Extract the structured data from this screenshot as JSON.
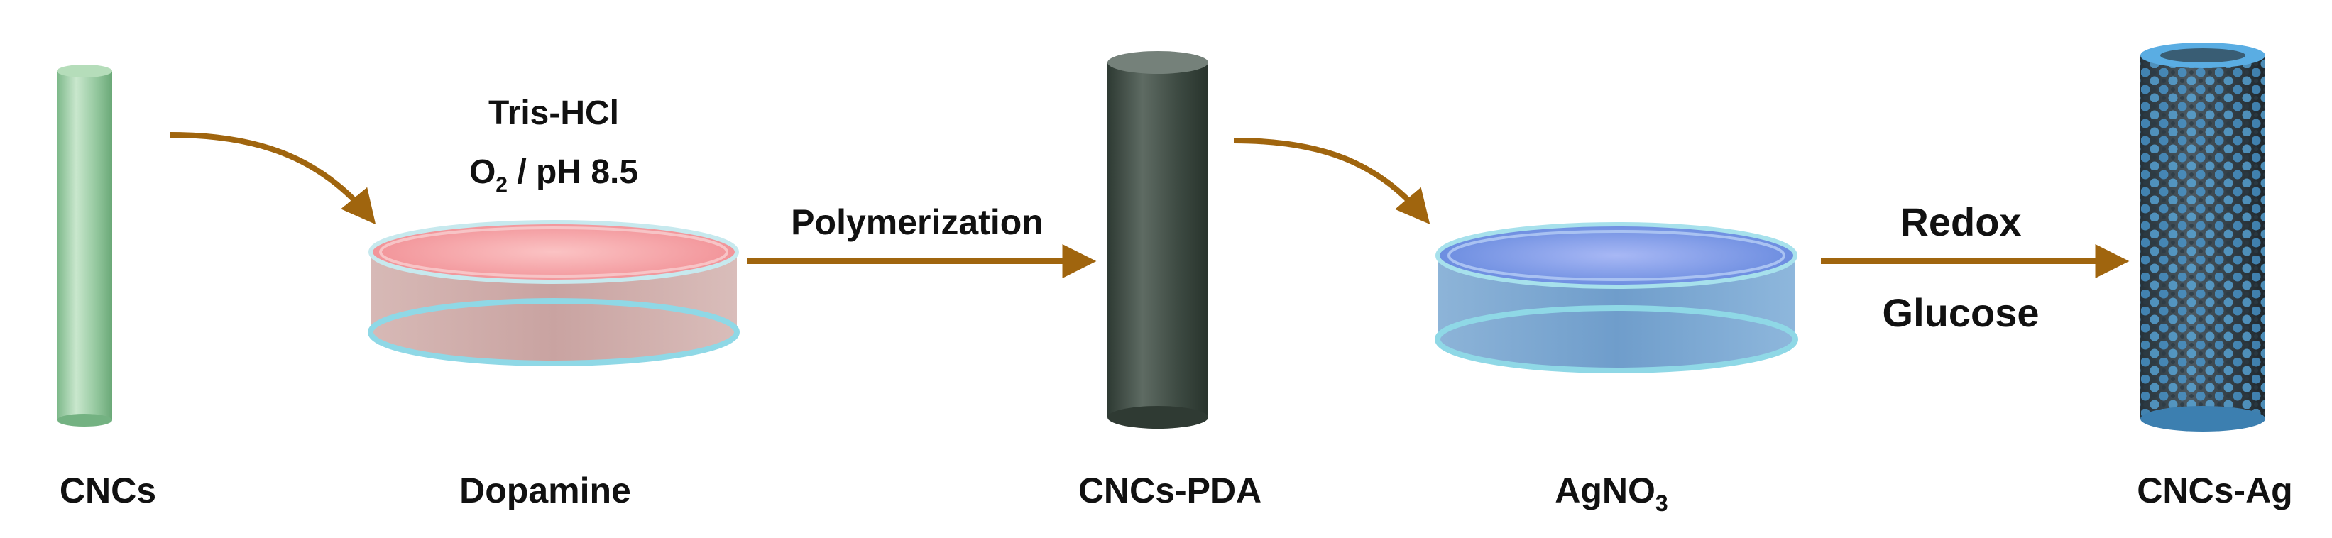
{
  "stage_labels": {
    "cncs": "CNCs",
    "dopamine": "Dopamine",
    "cncs_pda": "CNCs-PDA",
    "agno3_base": "AgNO",
    "agno3_sub": "3",
    "cncs_ag": "CNCs-Ag"
  },
  "conditions": {
    "tris": "Tris-HCl",
    "o2_base": "O",
    "o2_sub": "2",
    "o2_rest": " / pH 8.5",
    "polymerization": "Polymerization",
    "redox": "Redox",
    "glucose": "Glucose"
  },
  "colors": {
    "arrow": "#A0650E",
    "cnc_rod": "#8FC39A",
    "pda_rod": "#3D4A42",
    "dopamine_liquid": "#F3A5A8",
    "agno3_liquid": "#7EA7E4",
    "dish_glass": "#8FD8E6",
    "ag_particles": "#4A9CD6"
  }
}
